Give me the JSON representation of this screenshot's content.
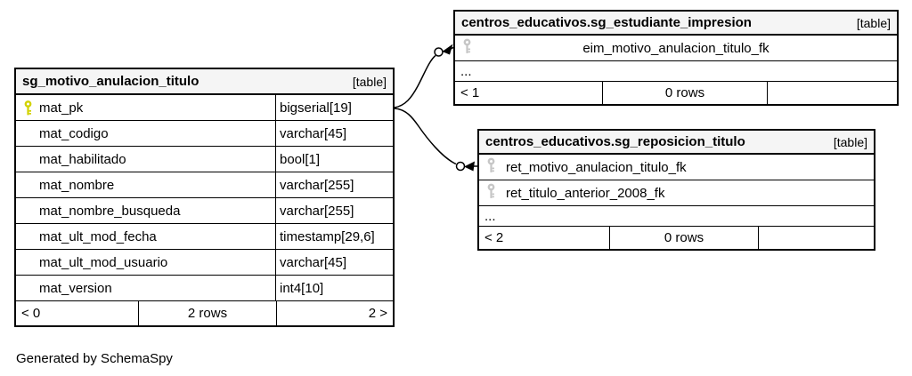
{
  "caption": "Generated by SchemaSpy",
  "colors": {
    "primary_key": "#d2d200",
    "foreign_key": "#c6c6c6",
    "header_bg": "#f5f5f5",
    "line": "#000000"
  },
  "tables": {
    "main": {
      "title": "sg_motivo_anulacion_titulo",
      "badge": "[table]",
      "rows": [
        {
          "name": "mat_pk",
          "type": "bigserial[19]",
          "key": "primary"
        },
        {
          "name": "mat_codigo",
          "type": "varchar[45]",
          "key": "none"
        },
        {
          "name": "mat_habilitado",
          "type": "bool[1]",
          "key": "none"
        },
        {
          "name": "mat_nombre",
          "type": "varchar[255]",
          "key": "none"
        },
        {
          "name": "mat_nombre_busqueda",
          "type": "varchar[255]",
          "key": "none"
        },
        {
          "name": "mat_ult_mod_fecha",
          "type": "timestamp[29,6]",
          "key": "none"
        },
        {
          "name": "mat_ult_mod_usuario",
          "type": "varchar[45]",
          "key": "none"
        },
        {
          "name": "mat_version",
          "type": "int4[10]",
          "key": "none"
        }
      ],
      "footer": {
        "left": "< 0",
        "center": "2 rows",
        "right": "2 >"
      }
    },
    "estudiante": {
      "title": "centros_educativos.sg_estudiante_impresion",
      "badge": "[table]",
      "fk_rows": [
        "eim_motivo_anulacion_titulo_fk"
      ],
      "ellipsis": "...",
      "footer": {
        "left": "< 1",
        "center": "0 rows",
        "right": ""
      }
    },
    "reposicion": {
      "title": "centros_educativos.sg_reposicion_titulo",
      "badge": "[table]",
      "fk_rows": [
        "ret_motivo_anulacion_titulo_fk",
        "ret_titulo_anterior_2008_fk"
      ],
      "ellipsis": "...",
      "footer": {
        "left": "< 2",
        "center": "0 rows",
        "right": ""
      }
    }
  }
}
